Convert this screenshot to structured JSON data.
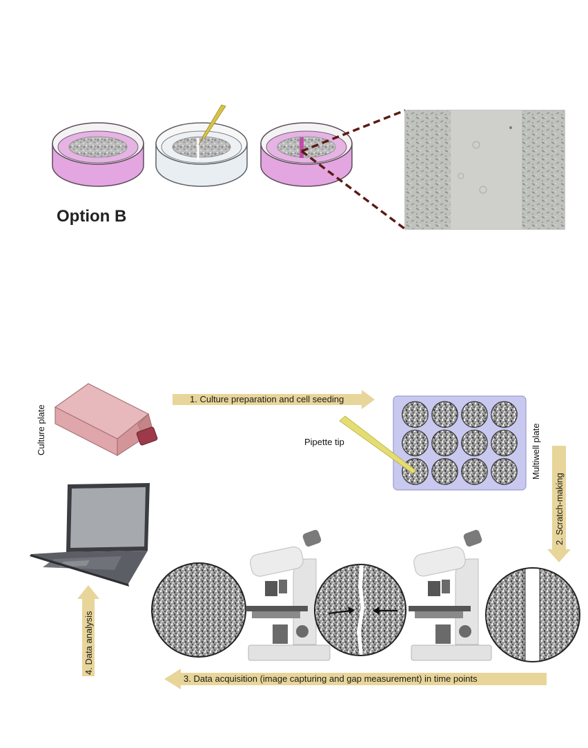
{
  "option_label": "Option B",
  "labels": {
    "culture_plate": "Culture plate",
    "multiwell_plate": "Multiwell plate",
    "pipette_tip": "Pipette tip"
  },
  "steps": {
    "step1": "1. Culture preparation and cell seeding",
    "step2": "2. Scratch-making",
    "step3": "3. Data acquisition (image capturing and gap measurement) in time points",
    "step4": "4. Data analysis"
  },
  "multiwell": {
    "rows": 3,
    "cols": 4
  },
  "colors": {
    "arrow_fill": "#e8d59a",
    "dish_pink": "#e3a6e0",
    "dish_gray": "#e9eef2",
    "plate_lavender": "#c9c9ef",
    "flask_pink": "#dfa7ab",
    "dashed_line": "#5a1a14"
  }
}
